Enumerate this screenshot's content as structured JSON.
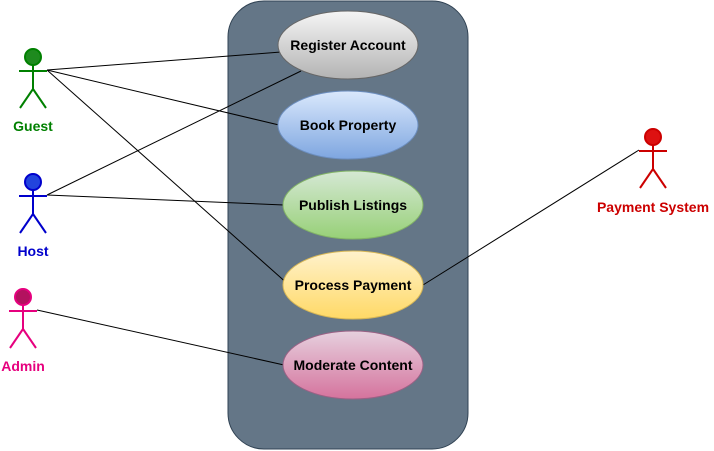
{
  "actors": [
    {
      "id": "guest",
      "label": "Guest",
      "color": "#008000",
      "fill": "#1e8a1e"
    },
    {
      "id": "host",
      "label": "Host",
      "color": "#0000cc",
      "fill": "#2244dd"
    },
    {
      "id": "admin",
      "label": "Admin",
      "color": "#e6007e",
      "fill": "#b3125f"
    },
    {
      "id": "payment_system",
      "label": "Payment System",
      "color": "#cc0000",
      "fill": "#dd1111"
    }
  ],
  "system_boundary": {
    "fill": "#647687",
    "stroke": "#314354"
  },
  "use_cases": [
    {
      "id": "register",
      "label": "Register Account",
      "fill_top": "#f5f5f5",
      "fill_bottom": "#b3b3b3",
      "stroke": "#666666"
    },
    {
      "id": "book",
      "label": "Book Property",
      "fill_top": "#dae8fc",
      "fill_bottom": "#7ea6e0",
      "stroke": "#6c8ebf"
    },
    {
      "id": "publish",
      "label": "Publish Listings",
      "fill_top": "#d5e8d4",
      "fill_bottom": "#97d077",
      "stroke": "#82b366"
    },
    {
      "id": "payment",
      "label": "Process Payment",
      "fill_top": "#fff2cc",
      "fill_bottom": "#ffd966",
      "stroke": "#d6b656"
    },
    {
      "id": "moderate",
      "label": "Moderate Content",
      "fill_top": "#e6d0de",
      "fill_bottom": "#d5739d",
      "stroke": "#996185"
    }
  ],
  "associations": [
    {
      "from": "guest",
      "to": "register"
    },
    {
      "from": "guest",
      "to": "book"
    },
    {
      "from": "guest",
      "to": "payment"
    },
    {
      "from": "host",
      "to": "register"
    },
    {
      "from": "host",
      "to": "publish"
    },
    {
      "from": "admin",
      "to": "moderate"
    },
    {
      "from": "payment_system",
      "to": "payment"
    }
  ]
}
